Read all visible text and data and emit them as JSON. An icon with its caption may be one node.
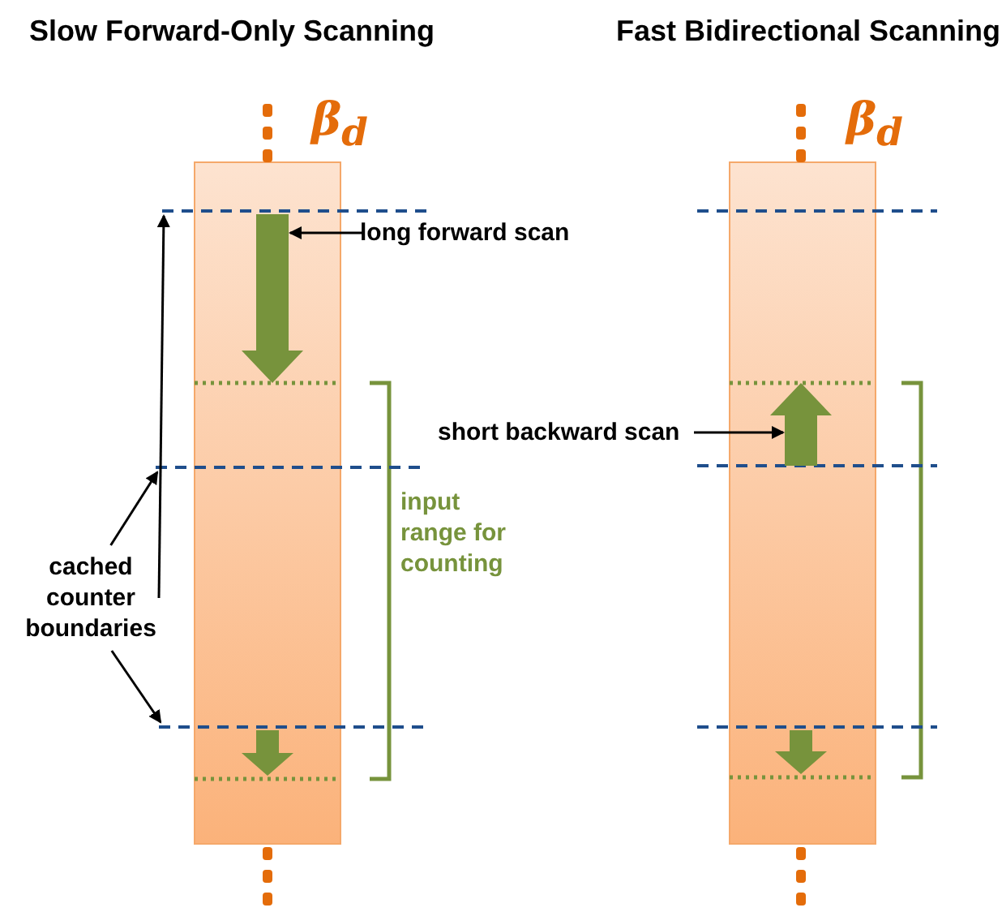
{
  "diagram": {
    "nodes": [
      {
        "text": [
          "long forward scan"
        ]
      },
      {
        "text": [],
        "shape": "arrow"
      },
      {
        "text": [
          "cached counter boundaries"
        ]
      },
      {
        "text": [],
        "shape": "line"
      },
      {
        "text": [],
        "shape": "line"
      },
      {
        "text": [],
        "shape": "line"
      },
      {
        "text": [
          "short backward scan"
        ]
      },
      {
        "text": [],
        "shape": "arrow"
      }
    ],
    "edges": [
      {
        "from": 0,
        "to": 1,
        "arrow": "to"
      },
      {
        "from": 2,
        "to": 3,
        "arrow": "to"
      },
      {
        "from": 2,
        "to": 4,
        "arrow": "to"
      },
      {
        "from": 2,
        "to": 5,
        "arrow": "to"
      },
      {
        "from": 6,
        "to": 7,
        "arrow": "to"
      }
    ],
    "labels": [
      "Slow Forward-Only Scanning",
      "Fast Bidirectional Scanning",
      "β$_{d}$",
      "β$_{d}$",
      "input range for counting"
    ]
  }
}
